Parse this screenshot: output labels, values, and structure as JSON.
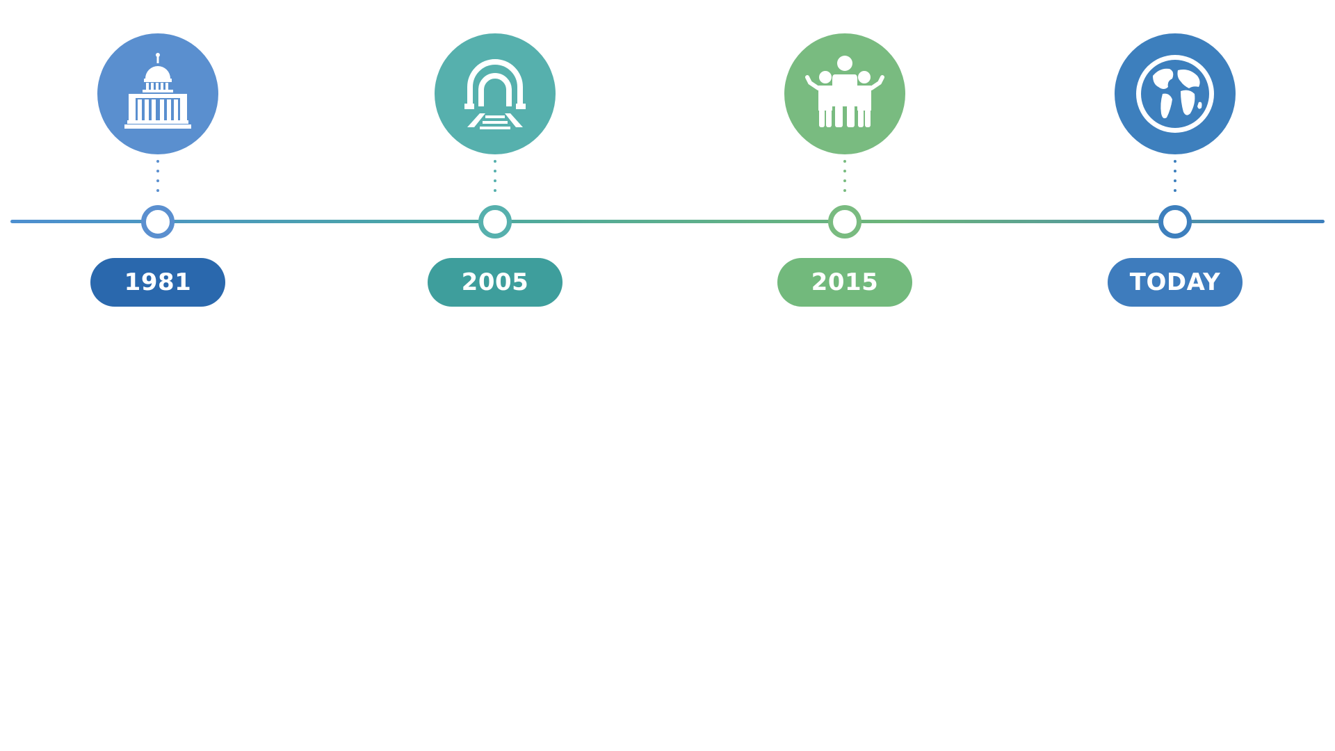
{
  "timeline": {
    "milestones": [
      {
        "label": "1981",
        "icon": "capitol-building-icon",
        "circle_color": "#5a8fcf",
        "pill_color": "#2a68ad",
        "node_color": "#5a8fcf"
      },
      {
        "label": "2005",
        "icon": "tunnel-icon",
        "circle_color": "#56b0ad",
        "pill_color": "#3e9e9c",
        "node_color": "#56b0ad"
      },
      {
        "label": "2015",
        "icon": "family-icon",
        "circle_color": "#79bb80",
        "pill_color": "#72b97c",
        "node_color": "#79bb80"
      },
      {
        "label": "TODAY",
        "icon": "globe-icon",
        "circle_color": "#3d7fbd",
        "pill_color": "#3e7cbd",
        "node_color": "#3d7fbd"
      }
    ],
    "line_gradient": [
      "#4d8fd0",
      "#4aa7a3",
      "#6db57a",
      "#3d7fbd"
    ]
  }
}
